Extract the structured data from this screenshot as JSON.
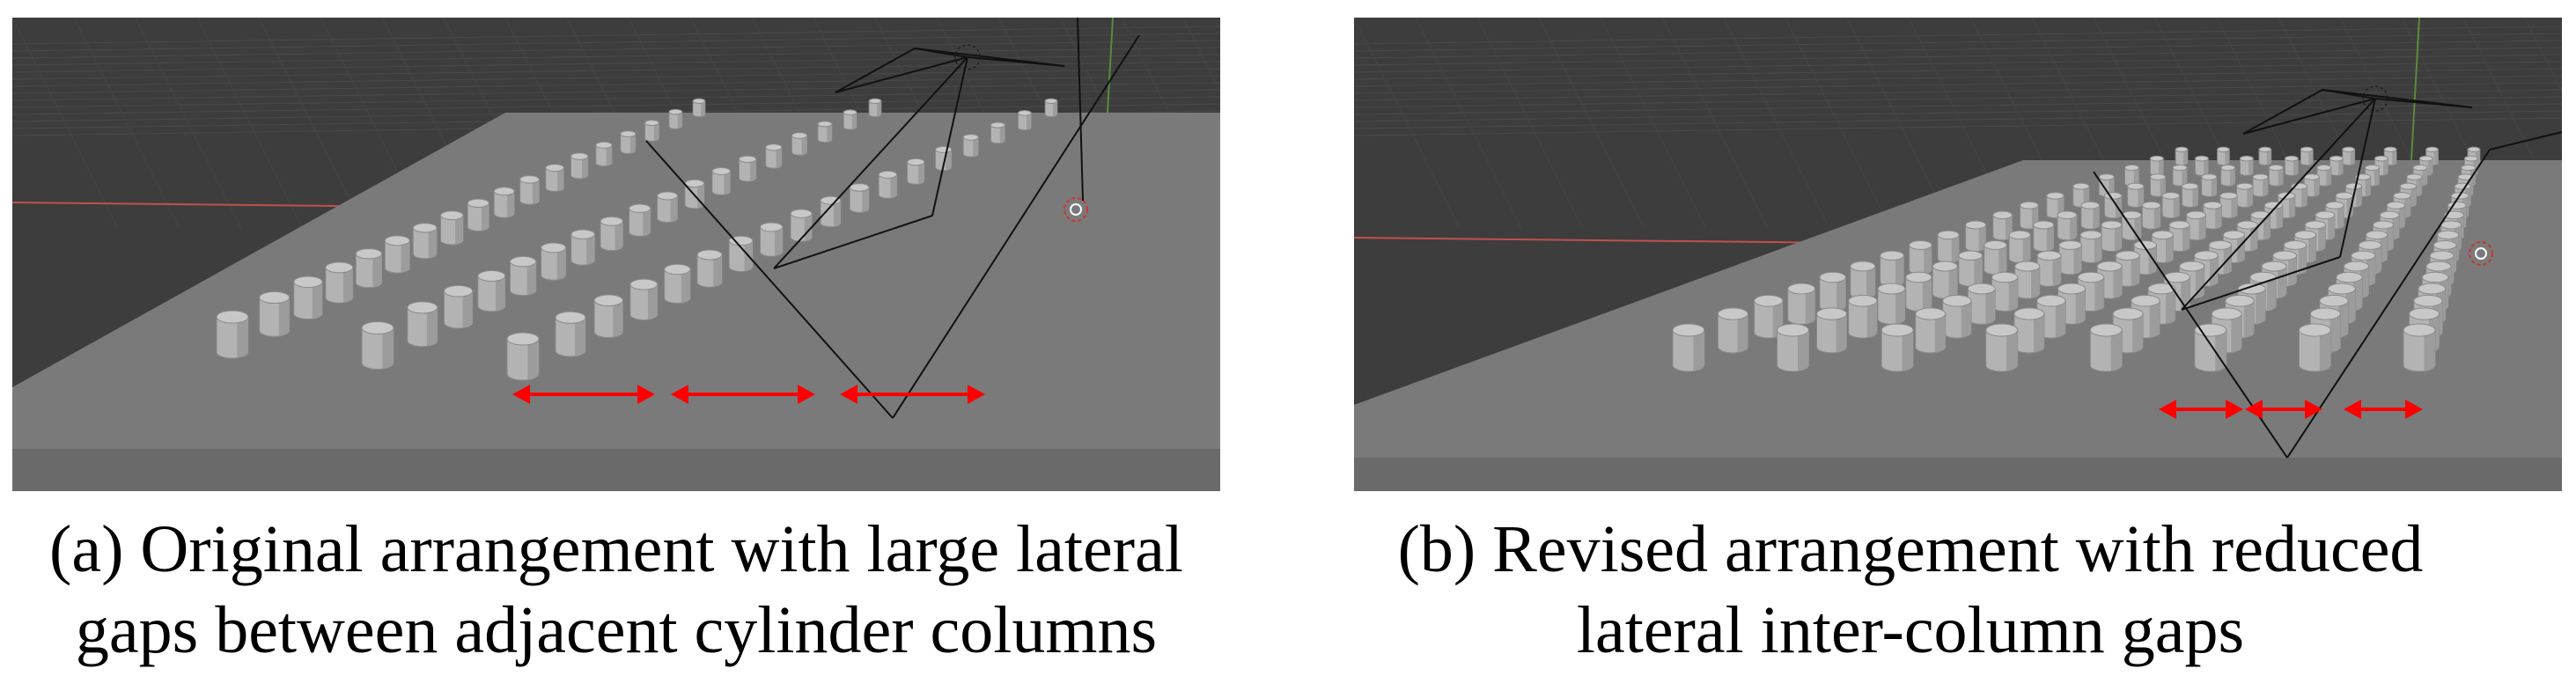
{
  "panels": [
    {
      "id": "a",
      "caption": {
        "line1": "(a) Original arrangement with large lateral",
        "line2": "gaps between adjacent cylinder columns"
      },
      "cylinder_rows": 3,
      "cylinders_per_row": 18
    },
    {
      "id": "b",
      "caption": {
        "line1": "(b) Revised arrangement with reduced",
        "line2": "lateral inter-column gaps"
      },
      "cylinder_rows": 8,
      "cylinders_per_row": 18
    }
  ],
  "colors": {
    "viewport_background": "#3d3d3d",
    "ground_plane": "#7a7a7a",
    "cylinder": "#b3b3b3",
    "arrow": "#ff0000",
    "axis_line": "#c0504d"
  },
  "icons": [
    "camera-wireframe-icon",
    "light-target-icon",
    "gap-arrow-icon"
  ]
}
